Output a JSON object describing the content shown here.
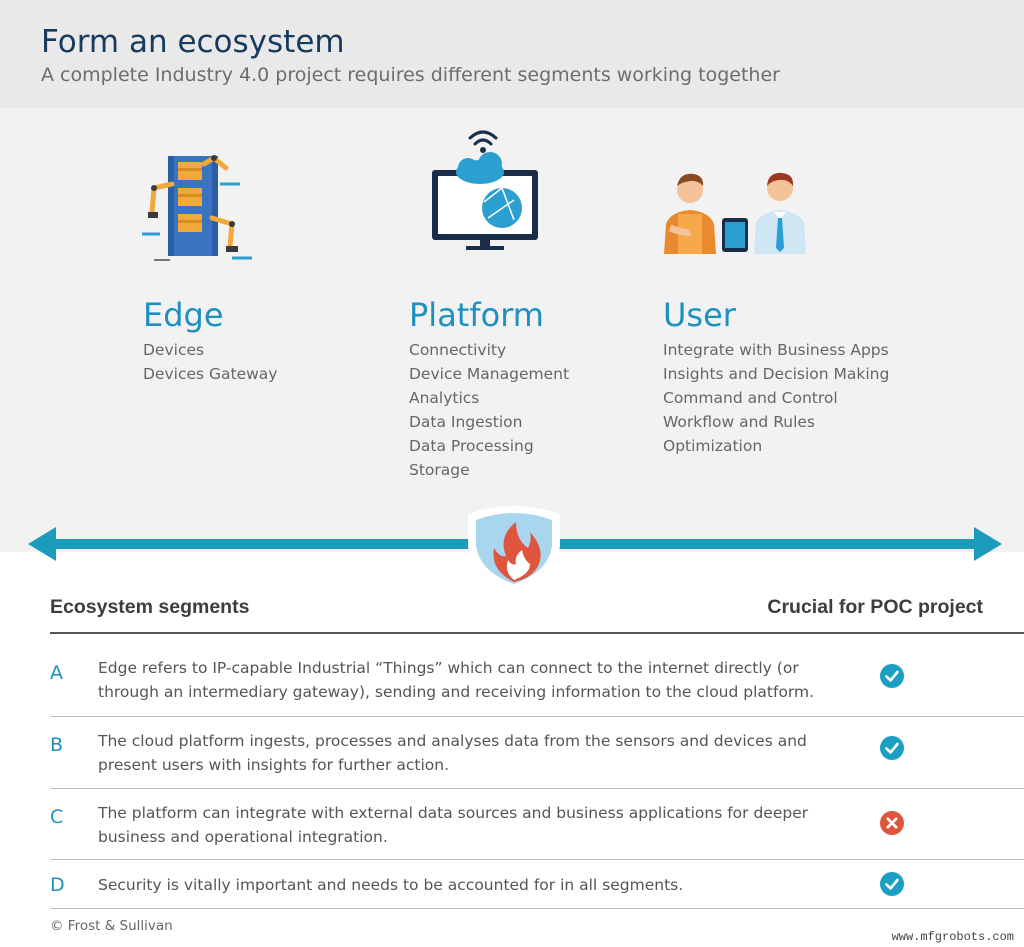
{
  "header": {
    "title": "Form an ecosystem",
    "subtitle": "A complete Industry 4.0 project requires different segments working together"
  },
  "columns": [
    {
      "title": "Edge",
      "icon": "factory-robot-arms-icon",
      "items": [
        "Devices",
        "Devices Gateway"
      ]
    },
    {
      "title": "Platform",
      "icon": "cloud-monitor-icon",
      "items": [
        "Connectivity",
        "Device Management",
        "Analytics",
        "Data Ingestion",
        "Data Processing",
        "Storage"
      ]
    },
    {
      "title": "User",
      "icon": "workers-tablet-icon",
      "items": [
        "Integrate with Business Apps",
        "Insights and Decision Making",
        "Command and Control",
        "Workflow and Rules",
        "Optimization"
      ]
    }
  ],
  "security_icon": "shield-flame-icon",
  "table": {
    "left_header": "Ecosystem segments",
    "right_header": "Crucial for POC project",
    "rows": [
      {
        "letter": "A",
        "text": "Edge refers to IP-capable Industrial “Things” which can connect to the internet directly (or through an intermediary gateway), sending and receiving information to the cloud platform.",
        "crucial": true
      },
      {
        "letter": "B",
        "text": "The cloud platform ingests, processes and analyses data from the sensors and devices and present users with insights for further action.",
        "crucial": true
      },
      {
        "letter": "C",
        "text": "The platform can integrate with external data sources and business applications for deeper business and operational integration.",
        "crucial": false
      },
      {
        "letter": "D",
        "text": "Security is vitally important and needs to be accounted for in all segments.",
        "crucial": true
      }
    ]
  },
  "footer": "© Frost & Sullivan",
  "watermark": "www.mfgrobots.com",
  "colors": {
    "accent": "#1e8fbf",
    "title": "#183a5e",
    "arrow": "#1b9cbb",
    "check": "#1d9fc4",
    "cross": "#e0553d"
  }
}
